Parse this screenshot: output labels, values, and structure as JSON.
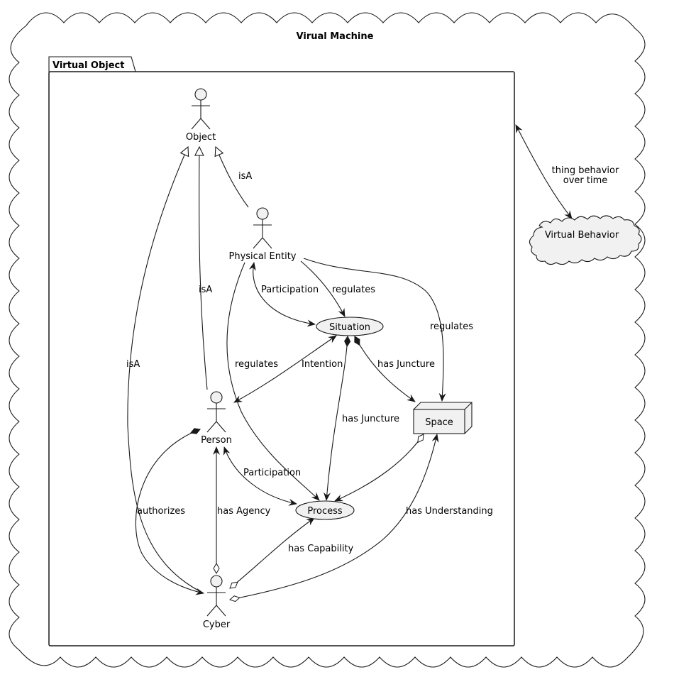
{
  "diagram": {
    "cloud_title": "Virual Machine",
    "package_title": "Virtual Object",
    "nodes": {
      "object": "Object",
      "physical_entity": "Physical Entity",
      "situation": "Situation",
      "person": "Person",
      "space": "Space",
      "process": "Process",
      "cyber": "Cyber",
      "virtual_behavior": "Virtual Behavior"
    },
    "edges": {
      "physical_isa": "isA",
      "person_isa": "isA",
      "cyber_isa": "isA",
      "pe_participation": "Participation",
      "pe_regulates_situation": "regulates",
      "pe_regulates_space": "regulates",
      "pe_regulates_process": "regulates",
      "intention": "Intention",
      "situation_has_juncture_space": "has Juncture",
      "situation_has_juncture_process": "has Juncture",
      "person_participation": "Participation",
      "authorizes": "authorizes",
      "has_agency": "has Agency",
      "has_capability": "has Capability",
      "has_understanding": "has Understanding",
      "thing_behavior_line1": "thing behavior",
      "thing_behavior_line2": "over time"
    }
  }
}
